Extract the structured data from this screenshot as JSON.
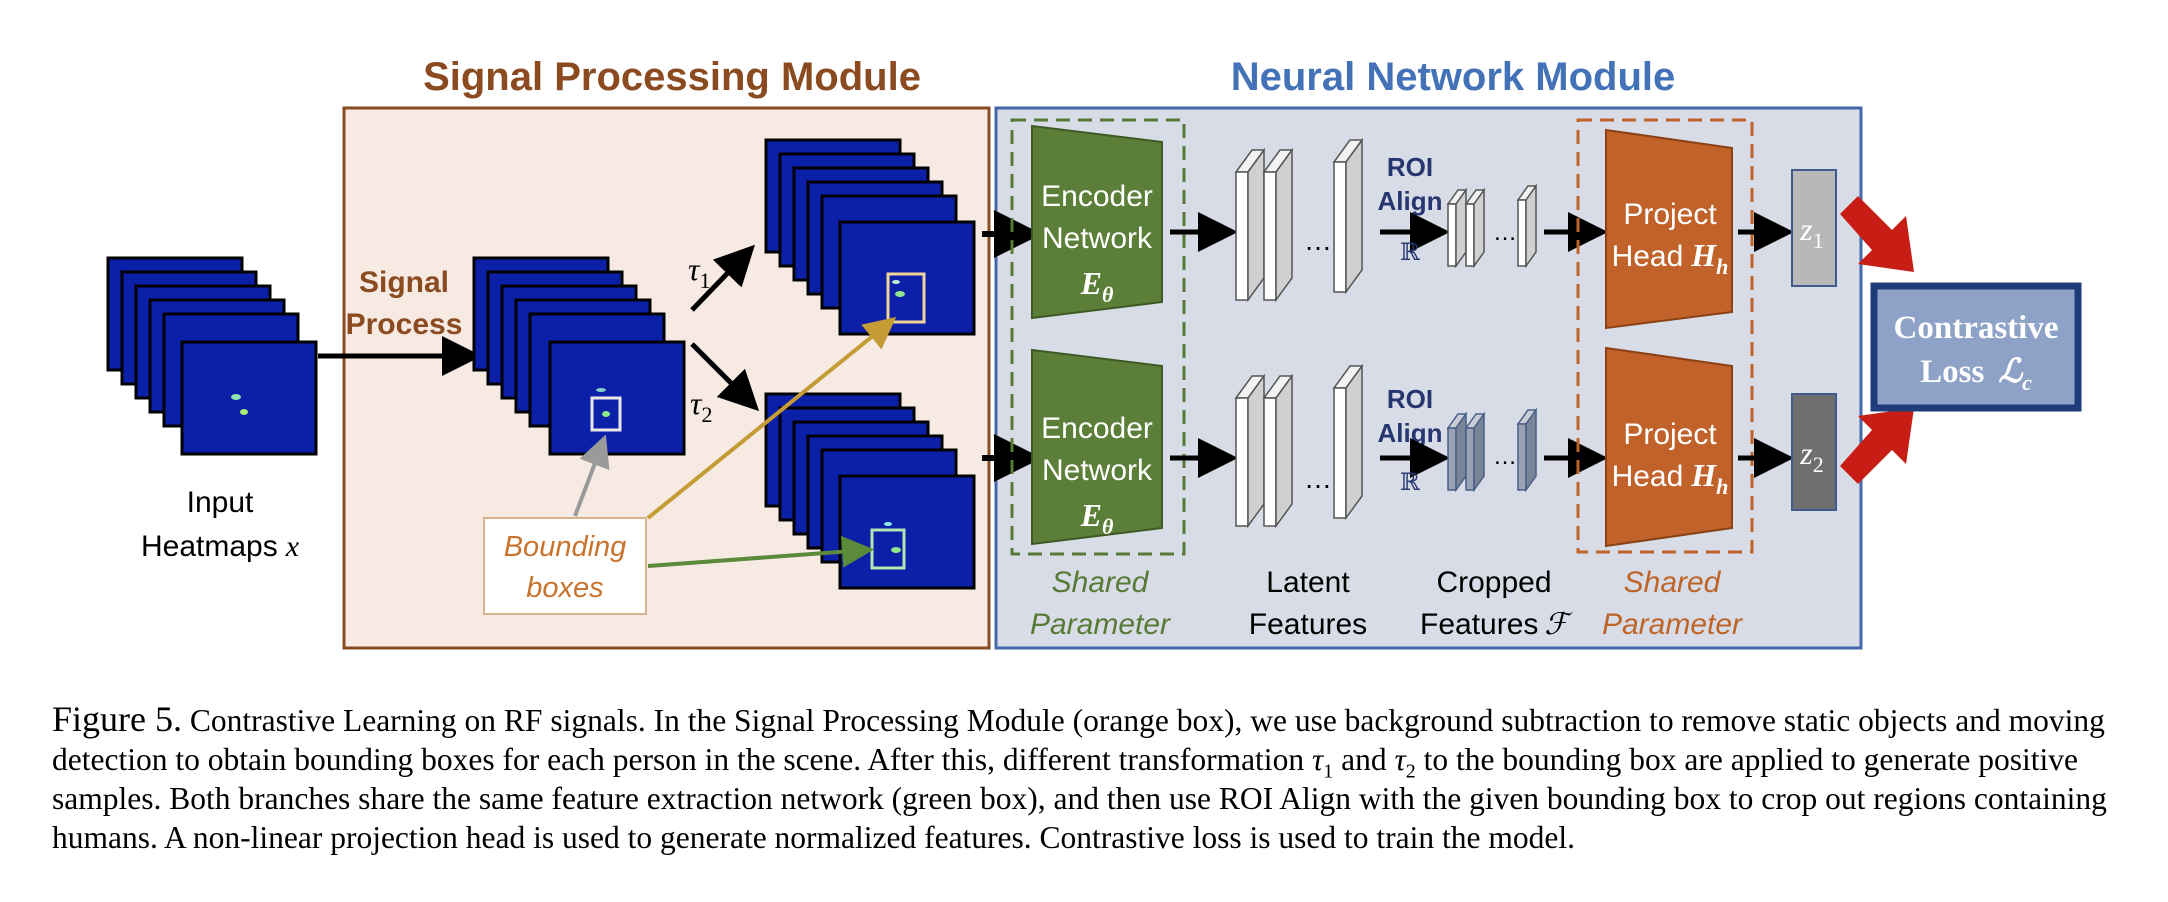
{
  "signal_module": {
    "title": "Signal Processing Module",
    "signal_process_line1": "Signal",
    "signal_process_line2": "Process",
    "tau1": "τ",
    "tau1_sub": "1",
    "tau2": "τ",
    "tau2_sub": "2",
    "bbox_line1": "Bounding",
    "bbox_line2": "boxes"
  },
  "input": {
    "line1": "Input",
    "line2": "Heatmaps",
    "symbol": "x"
  },
  "nn_module": {
    "title": "Neural Network Module",
    "encoder_line1": "Encoder",
    "encoder_line2": "Network",
    "encoder_symbol": "E",
    "encoder_sub": "θ",
    "roi_line1": "ROI",
    "roi_line2": "Align",
    "reals": "ℝ",
    "dots": "…",
    "project_line1": "Project",
    "project_line2": "Head",
    "project_symbol": "H",
    "project_sub": "h",
    "z1": "z",
    "z1_sub": "1",
    "z2": "z",
    "z2_sub": "2",
    "shared_line1": "Shared",
    "shared_line2": "Parameter",
    "latent_line1": "Latent",
    "latent_line2": "Features",
    "cropped_line1": "Cropped",
    "cropped_line2": "Features",
    "cropped_symbol": "ℱ"
  },
  "loss": {
    "line1": "Contrastive",
    "line2": "Loss",
    "symbol": "ℒ",
    "sub": "c"
  },
  "caption": {
    "figure_label": "Figure 5.",
    "text_part1": "Contrastive Learning on RF signals. In the Signal Processing Module (orange box), we use background subtraction to remove static objects and moving detection to obtain bounding boxes for each person in the scene. After this, different transformation ",
    "tau": "τ",
    "sub1": "1",
    "and": " and ",
    "sub2": "2",
    "text_part2": " to the bounding box are applied to generate positive samples. Both branches share the same feature extraction network (green box), and then use ROI Align with the given bounding box to crop out regions containing humans. A non-linear projection head is used to generate normalized features. Contrastive loss is used to train the model."
  },
  "colors": {
    "signal_module_bg": "#f6eae2",
    "signal_module_border": "#8a4b24",
    "signal_title": "#8b4a1f",
    "nn_module_bg": "#d7dce6",
    "nn_module_border": "#4468a9",
    "nn_title": "#4472b8",
    "encoder_fill": "#5b7f38",
    "shared_green": "#577a35",
    "project_fill": "#c0622a",
    "shared_orange": "#bf6428",
    "loss_fill": "#8ea1c7",
    "loss_border": "#1f3c7a",
    "heatmap": "#0b1fa8",
    "arrow_red": "#c81d14",
    "roi_text": "#26366f",
    "bbox_text": "#c8742e",
    "bbox_arrow_gold": "#c49b35",
    "bbox_arrow_green": "#5a8a3a"
  }
}
